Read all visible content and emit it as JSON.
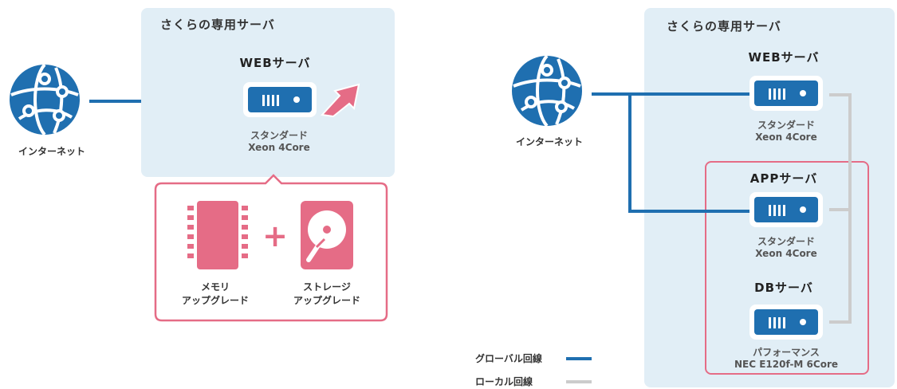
{
  "colors": {
    "global_line": "#1f6fb0",
    "local_line": "#cccccc",
    "panel_bg": "#e1eef6",
    "upgrade_accent": "#e56c86"
  },
  "left": {
    "internet_label": "インターネット",
    "panel_title": "さくらの専用サーバ",
    "web_server": {
      "name": "WEBサーバ",
      "spec_line1": "スタンダード",
      "spec_line2": "Xeon 4Core"
    },
    "upgrade": {
      "memory_line1": "メモリ",
      "memory_line2": "アップグレード",
      "plus": "+",
      "storage_line1": "ストレージ",
      "storage_line2": "アップグレード"
    }
  },
  "right": {
    "internet_label": "インターネット",
    "panel_title": "さくらの専用サーバ",
    "web_server": {
      "name": "WEBサーバ",
      "spec_line1": "スタンダード",
      "spec_line2": "Xeon 4Core"
    },
    "app_server": {
      "name": "APPサーバ",
      "spec_line1": "スタンダード",
      "spec_line2": "Xeon 4Core"
    },
    "db_server": {
      "name": "DBサーバ",
      "spec_line1": "パフォーマンス",
      "spec_line2": "NEC E120f-M 6Core"
    }
  },
  "legend": {
    "global_label": "グローバル回線",
    "local_label": "ローカル回線"
  }
}
